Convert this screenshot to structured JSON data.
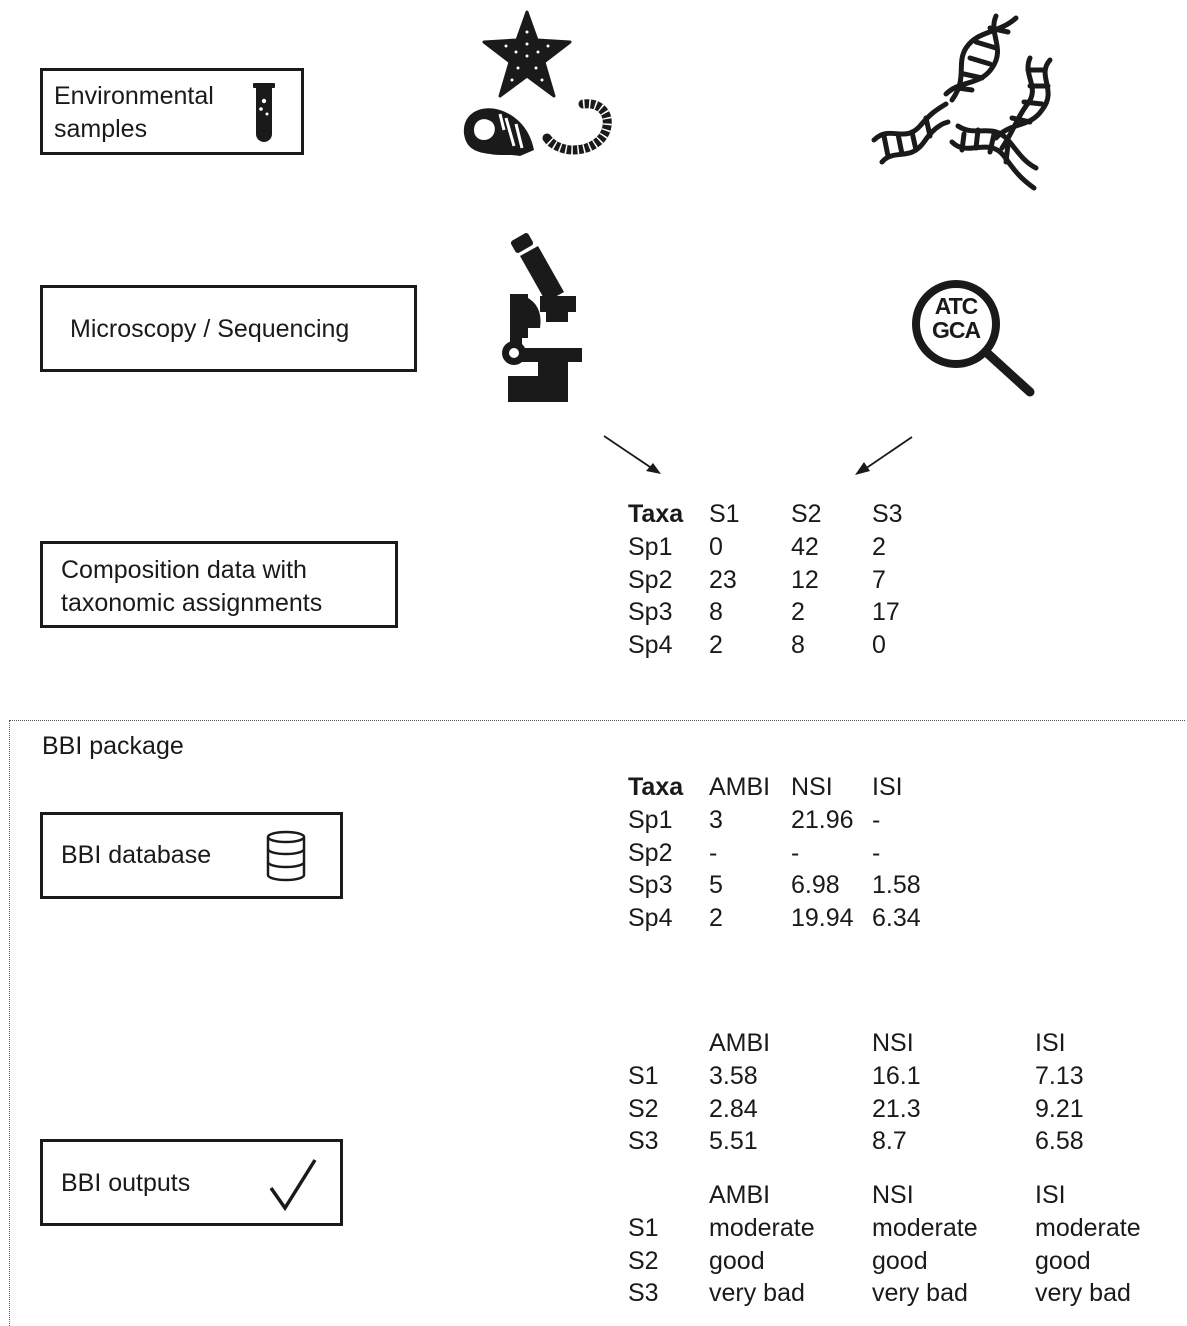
{
  "steps": {
    "samples": {
      "line1": "Environmental",
      "line2": "samples"
    },
    "methods": {
      "label": "Microscopy / Sequencing"
    },
    "composition": {
      "line1": "Composition data with",
      "line2": "taxonomic assignments"
    },
    "package_label": "BBI package",
    "database": {
      "label": "BBI database"
    },
    "outputs": {
      "label": "BBI outputs"
    }
  },
  "magnifier_text": {
    "line1": "ATC",
    "line2": "GCA"
  },
  "composition_table": {
    "headers": [
      "Taxa",
      "S1",
      "S2",
      "S3"
    ],
    "rows": [
      [
        "Sp1",
        "0",
        "42",
        "2"
      ],
      [
        "Sp2",
        "23",
        "12",
        "7"
      ],
      [
        "Sp3",
        "8",
        "2",
        "17"
      ],
      [
        "Sp4",
        "2",
        "8",
        "0"
      ]
    ]
  },
  "database_table": {
    "headers": [
      "Taxa",
      "AMBI",
      "NSI",
      "ISI"
    ],
    "rows": [
      [
        "Sp1",
        "3",
        "21.96",
        "-"
      ],
      [
        "Sp2",
        "-",
        "-",
        "-"
      ],
      [
        "Sp3",
        "5",
        "6.98",
        "1.58"
      ],
      [
        "Sp4",
        "2",
        "19.94",
        "6.34"
      ]
    ]
  },
  "output_values_table": {
    "headers": [
      "",
      "AMBI",
      "NSI",
      "ISI"
    ],
    "rows": [
      [
        "S1",
        "3.58",
        "16.1",
        "7.13"
      ],
      [
        "S2",
        "2.84",
        "21.3",
        "9.21"
      ],
      [
        "S3",
        "5.51",
        "8.7",
        "6.58"
      ]
    ]
  },
  "output_status_table": {
    "headers": [
      "",
      "AMBI",
      "NSI",
      "ISI"
    ],
    "rows": [
      [
        "S1",
        "moderate",
        "moderate",
        "moderate"
      ],
      [
        "S2",
        "good",
        "good",
        "good"
      ],
      [
        "S3",
        "very bad",
        "very bad",
        "very bad"
      ]
    ]
  }
}
